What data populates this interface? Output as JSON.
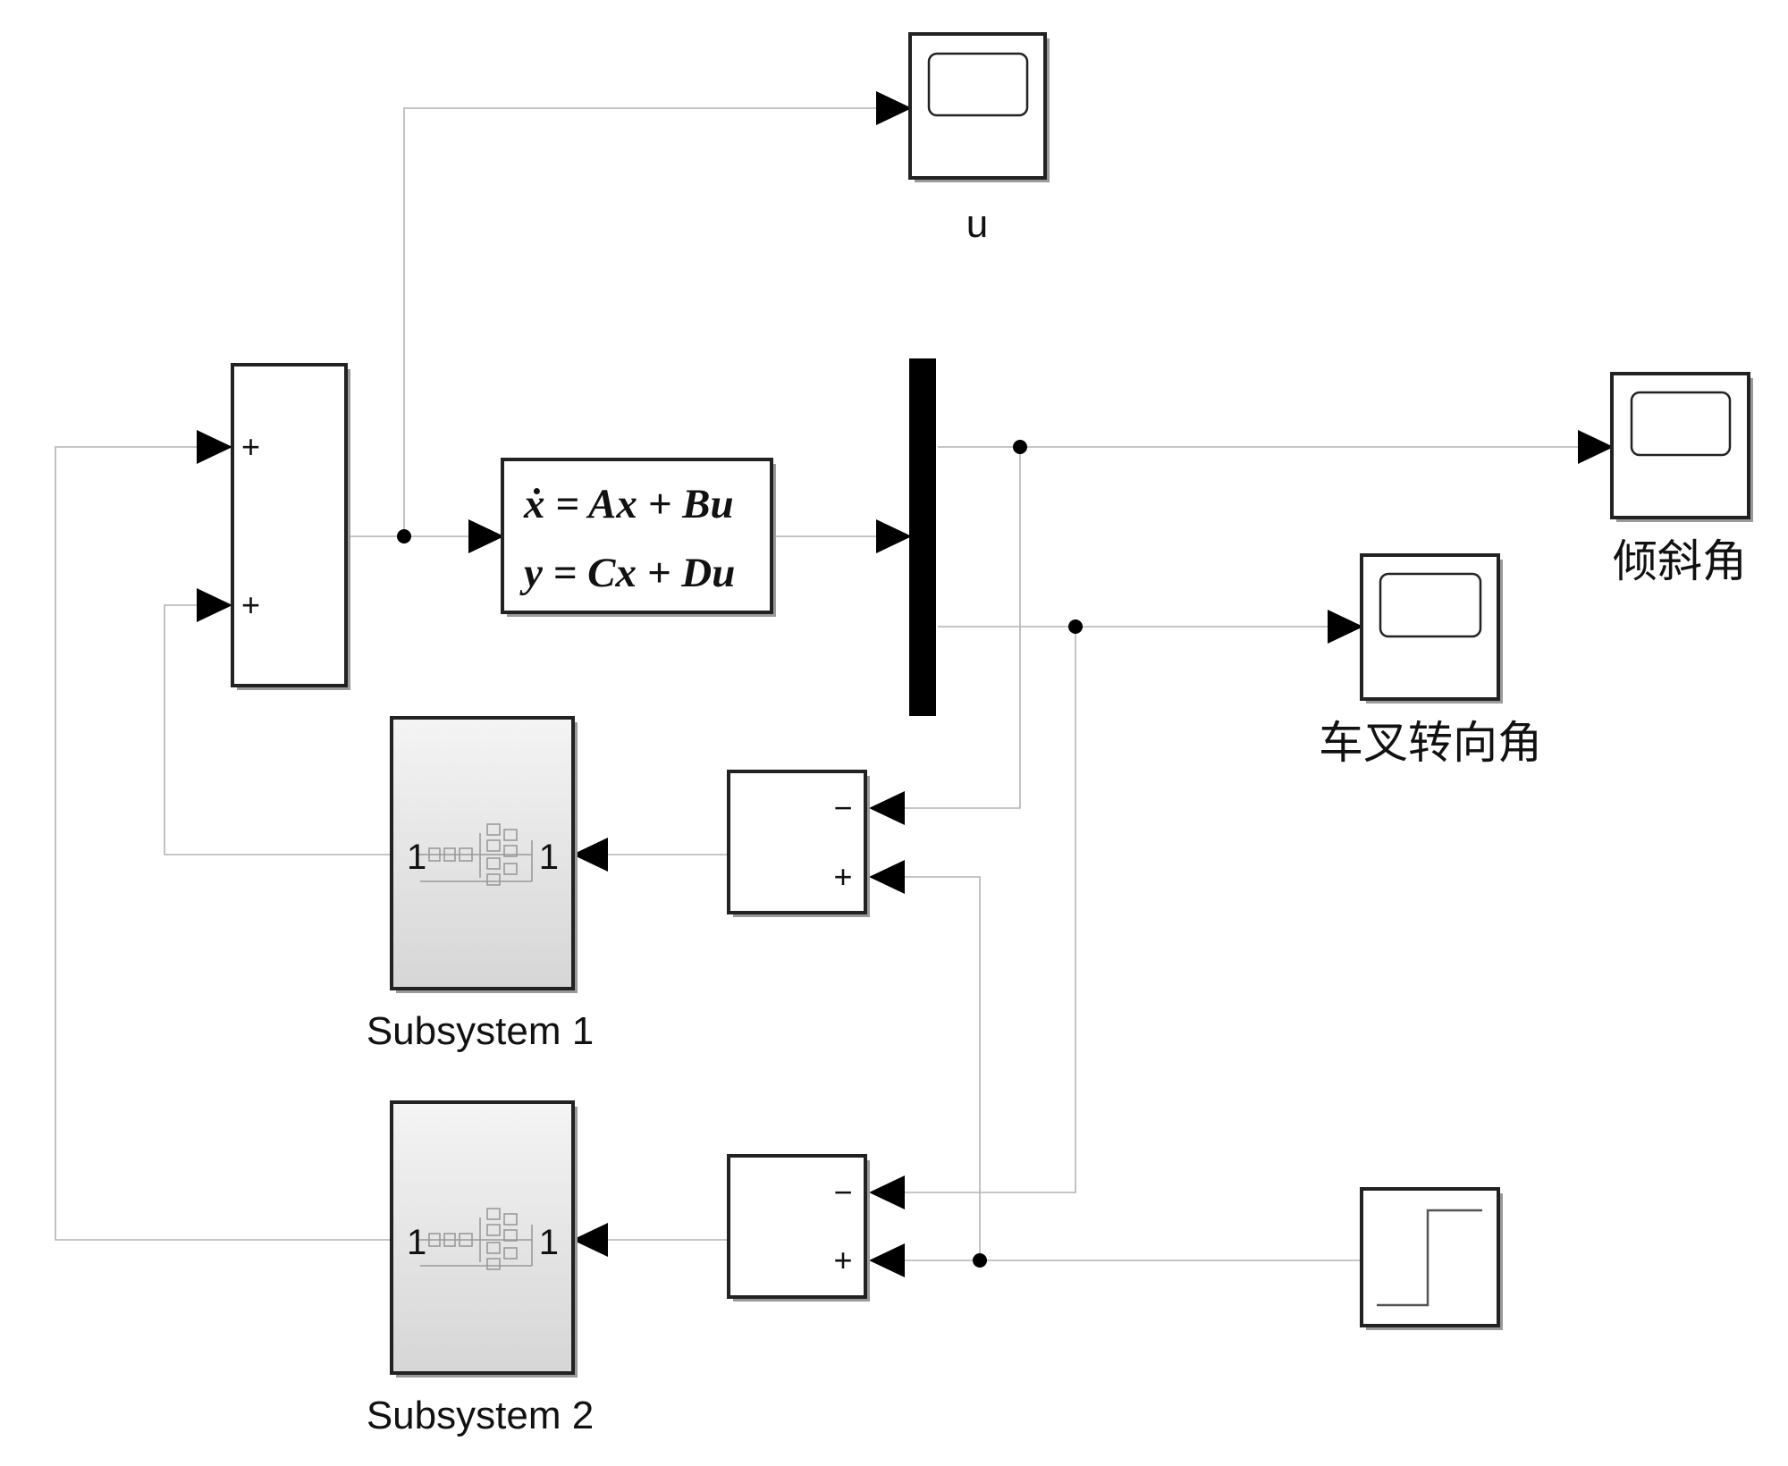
{
  "blocks": {
    "scope_u": {
      "label": "u"
    },
    "scope_tilt": {
      "label": "倾斜角"
    },
    "scope_fork": {
      "label": "车叉转向角"
    },
    "sum_main": {
      "port1_sign": "+",
      "port2_sign": "+"
    },
    "state_space": {
      "line1": "ẋ = Ax + Bu",
      "line2": "y = Cx + Du"
    },
    "sum_error_1": {
      "port1_sign": "−",
      "port2_sign": "+"
    },
    "sum_error_2": {
      "port1_sign": "−",
      "port2_sign": "+"
    },
    "subsystem_1": {
      "label": "Subsystem 1",
      "in_port": "1",
      "out_port": "1"
    },
    "subsystem_2": {
      "label": "Subsystem 2",
      "in_port": "1",
      "out_port": "1"
    }
  },
  "colors": {
    "wire": "#b3b3b3",
    "block_border": "#222222",
    "subsystem_gradient_top": "#f4f4f4",
    "subsystem_gradient_bottom": "#d6d6d6"
  }
}
